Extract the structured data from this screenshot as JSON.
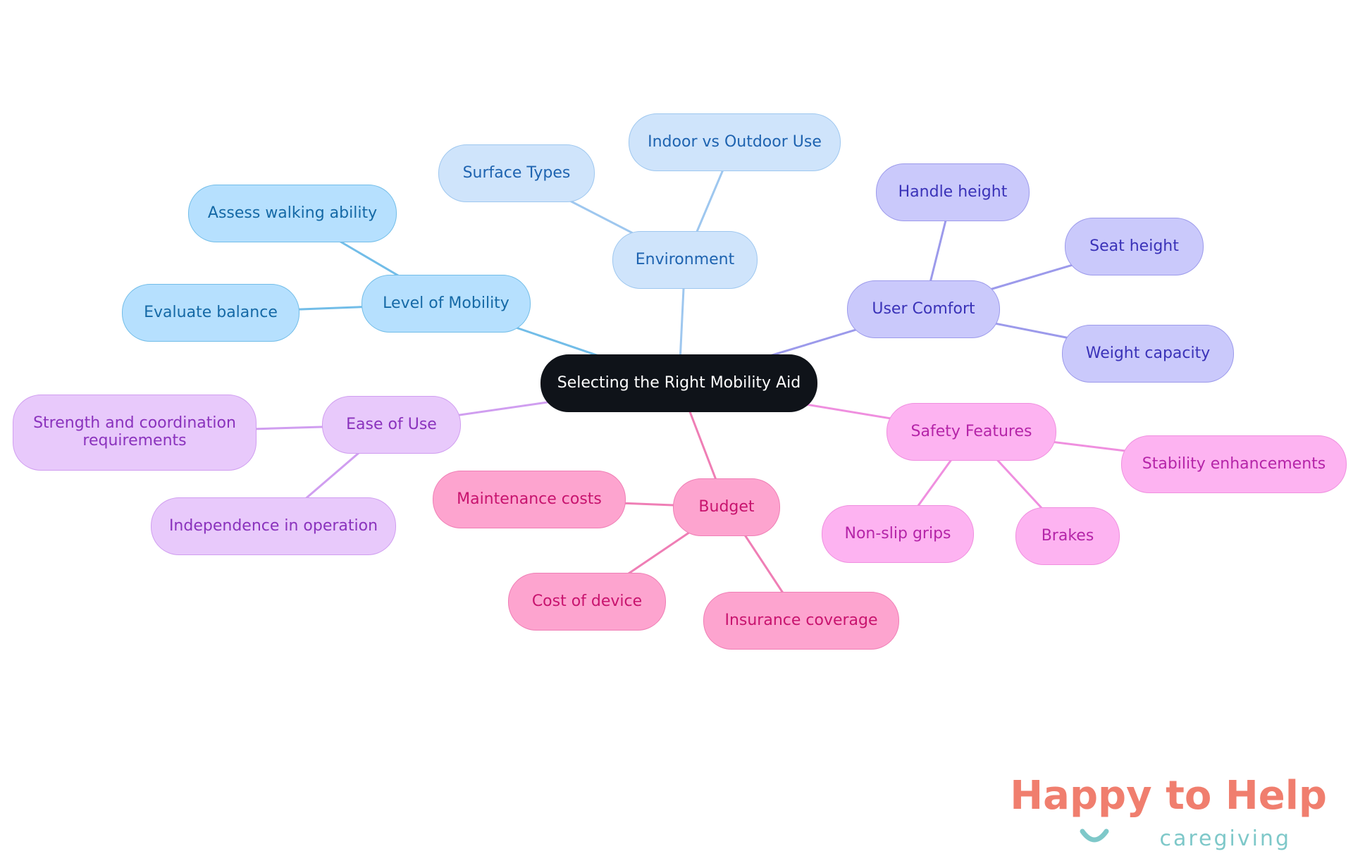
{
  "root": {
    "label": "Selecting the Right Mobility Aid"
  },
  "branches": [
    {
      "key": "mobility",
      "label": "Level of Mobility",
      "children": [
        "Assess walking ability",
        "Evaluate balance"
      ]
    },
    {
      "key": "environment",
      "label": "Environment",
      "children": [
        "Surface Types",
        "Indoor vs Outdoor Use"
      ]
    },
    {
      "key": "comfort",
      "label": "User Comfort",
      "children": [
        "Handle height",
        "Seat height",
        "Weight capacity"
      ]
    },
    {
      "key": "safety",
      "label": "Safety Features",
      "children": [
        "Stability enhancements",
        "Brakes",
        "Non-slip grips"
      ]
    },
    {
      "key": "budget",
      "label": "Budget",
      "children": [
        "Maintenance costs",
        "Cost of device",
        "Insurance coverage"
      ]
    },
    {
      "key": "ease",
      "label": "Ease of Use",
      "children": [
        "Strength and coordination requirements",
        "Independence in operation"
      ]
    }
  ],
  "logo": {
    "brand": "Happy to Help",
    "tagline": "caregiving"
  },
  "colors": {
    "root_fill": "#0f1319",
    "root_text": "#ffffff",
    "mobility": {
      "fill": "#b6e0fe",
      "border": "#72bde8",
      "text": "#1569a6",
      "edge": "#72bde8"
    },
    "environment": {
      "fill": "#cfe4fb",
      "border": "#9ec7ef",
      "text": "#1e63b0",
      "edge": "#9ec7ef"
    },
    "comfort": {
      "fill": "#cac9fb",
      "border": "#9c9aeb",
      "text": "#3a32b8",
      "edge": "#9c9aeb"
    },
    "safety": {
      "fill": "#fdb3f1",
      "border": "#ef8fdf",
      "text": "#b524a8",
      "edge": "#ef8fdf"
    },
    "budget": {
      "fill": "#fda4cf",
      "border": "#ef7eb5",
      "text": "#c8136e",
      "edge": "#ef7eb5"
    },
    "ease": {
      "fill": "#e8c9fb",
      "border": "#d09ef0",
      "text": "#8a32bd",
      "edge": "#d09ef0"
    },
    "logo_coral": "#f07e6e",
    "logo_teal": "#7ec8c9"
  }
}
